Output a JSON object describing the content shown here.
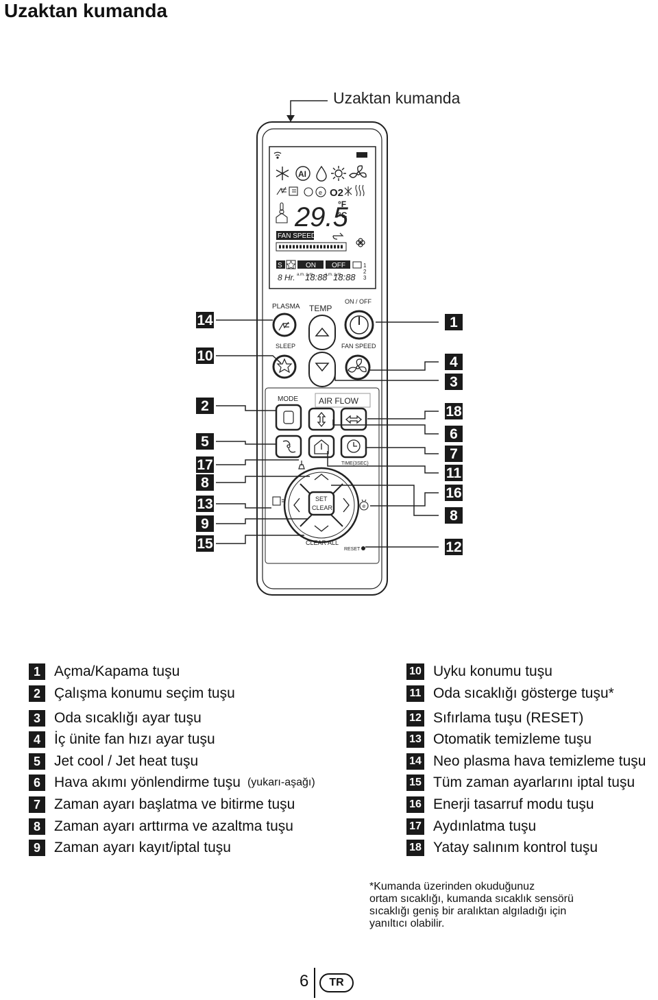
{
  "page_title": "Uzaktan kumanda",
  "figure_caption": "Uzaktan kumanda",
  "display": {
    "temperature": "29.5",
    "unit_f": "°F",
    "unit_c": "°C",
    "fan_speed": "FAN SPEED",
    "s": "S",
    "on": "ON",
    "off": "OFF",
    "hr": "8 Hr.",
    "clock": "18:88",
    "ampm": "a.m. p.m.",
    "levels": [
      "1",
      "2",
      "3"
    ],
    "o2": "O2"
  },
  "buttons": {
    "plasma": "PLASMA",
    "temp": "TEMP",
    "onoff": "ON / OFF",
    "sleep": "SLEEP",
    "fan_speed": "FAN SPEED",
    "mode": "MODE",
    "air_flow": "AIR FLOW",
    "time": "TIME(3SEC)",
    "set": "SET",
    "clear": "CLEAR",
    "clear_all": "CLEAR ALL",
    "reset": "RESET"
  },
  "callouts_left": [
    "14",
    "10",
    "2",
    "5",
    "17",
    "8",
    "13",
    "9",
    "15"
  ],
  "callouts_right": [
    "1",
    "4",
    "3",
    "18",
    "6",
    "7",
    "11",
    "16",
    "8",
    "12"
  ],
  "legend_left": [
    {
      "num": "1",
      "text": "Açma/Kapama tuşu"
    },
    {
      "num": "2",
      "text": "Çalışma konumu seçim tuşu"
    },
    {
      "num": "3",
      "text": "Oda sıcaklığı ayar tuşu"
    },
    {
      "num": "4",
      "text": "İç ünite fan hızı ayar tuşu"
    },
    {
      "num": "5",
      "text": "Jet cool / Jet heat tuşu"
    },
    {
      "num": "6",
      "text": "Hava akımı yönlendirme tuşu",
      "note": "(yukarı-aşağı)"
    },
    {
      "num": "7",
      "text": "Zaman ayarı başlatma ve bitirme tuşu"
    },
    {
      "num": "8",
      "text": "Zaman ayarı arttırma ve azaltma tuşu"
    },
    {
      "num": "9",
      "text": "Zaman ayarı kayıt/iptal tuşu"
    }
  ],
  "legend_right": [
    {
      "num": "10",
      "text": "Uyku konumu tuşu"
    },
    {
      "num": "11",
      "text": "Oda sıcaklığı gösterge tuşu*"
    },
    {
      "num": "12",
      "text": "Sıfırlama tuşu (RESET)"
    },
    {
      "num": "13",
      "text": "Otomatik temizleme tuşu"
    },
    {
      "num": "14",
      "text": "Neo plasma hava temizleme tuşu"
    },
    {
      "num": "15",
      "text": "Tüm zaman ayarlarını iptal tuşu"
    },
    {
      "num": "16",
      "text": "Enerji tasarruf modu tuşu"
    },
    {
      "num": "17",
      "text": "Aydınlatma tuşu"
    },
    {
      "num": "18",
      "text": "Yatay salınım kontrol tuşu"
    }
  ],
  "footnote": [
    "*Kumanda üzerinden okuduğunuz",
    "ortam sıcaklığı, kumanda sıcaklık sensörü",
    "sıcaklığı geniş bir aralıktan algıladığı için",
    "yanıltıcı olabilir."
  ],
  "page_number": "6",
  "language": "TR"
}
